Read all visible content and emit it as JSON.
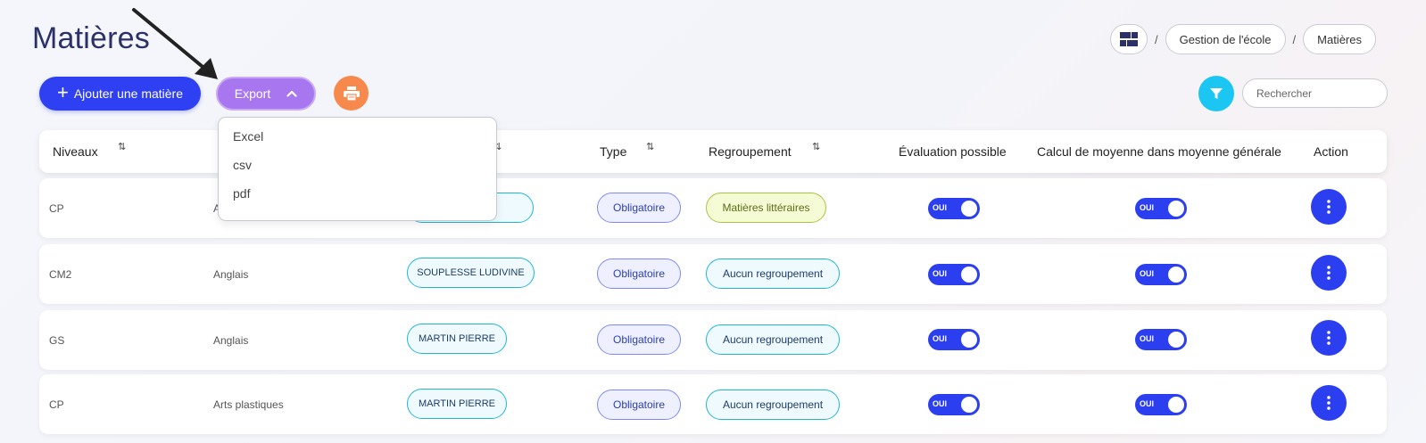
{
  "page": {
    "title": "Matières"
  },
  "breadcrumb": {
    "home_icon": "dashboard-grid-icon",
    "items": [
      "Gestion de l'école",
      "Matières"
    ],
    "separator": "/"
  },
  "toolbar": {
    "add_label": "Ajouter une matière",
    "export_label": "Export",
    "print_icon": "printer-icon",
    "filter_icon": "filter-icon",
    "search_placeholder": "Rechercher"
  },
  "export_menu": {
    "options": [
      "Excel",
      "csv",
      "pdf"
    ]
  },
  "table": {
    "headers": {
      "niveaux": "Niveaux",
      "matiere": "",
      "enseignant": "",
      "type": "Type",
      "regroupement": "Regroupement",
      "evaluation": "Évaluation possible",
      "calcul": "Calcul de moyenne dans moyenne générale",
      "action": "Action"
    },
    "rows": [
      {
        "niveau": "CP",
        "matiere": "A",
        "enseignant": "",
        "type": "Obligatoire",
        "regroupement": "Matières littéraires",
        "evaluation": "OUI",
        "calcul": "OUI"
      },
      {
        "niveau": "CM2",
        "matiere": "Anglais",
        "enseignant": "SOUPLESSE LUDIVINE",
        "type": "Obligatoire",
        "regroupement": "Aucun regroupement",
        "evaluation": "OUI",
        "calcul": "OUI"
      },
      {
        "niveau": "GS",
        "matiere": "Anglais",
        "enseignant": "MARTIN PIERRE",
        "type": "Obligatoire",
        "regroupement": "Aucun regroupement",
        "evaluation": "OUI",
        "calcul": "OUI"
      },
      {
        "niveau": "CP",
        "matiere": "Arts plastiques",
        "enseignant": "MARTIN PIERRE",
        "type": "Obligatoire",
        "regroupement": "Aucun regroupement",
        "evaluation": "OUI",
        "calcul": "OUI"
      }
    ]
  },
  "colors": {
    "primary": "#2f3ff2",
    "export": "#a877f0",
    "print": "#f8894c",
    "filter": "#1bc6f2",
    "title": "#2b3168"
  }
}
